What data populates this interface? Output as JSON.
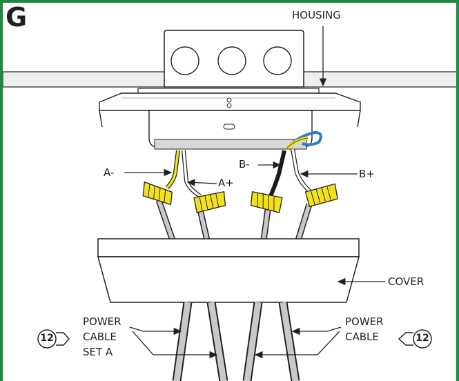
{
  "step": "G",
  "labels": {
    "housing": "HOUSING",
    "a_minus": "A-",
    "a_plus": "A+",
    "b_minus": "B-",
    "b_plus": "B+",
    "cover": "COVER",
    "power_left": [
      "POWER",
      "CABLE",
      "SET A"
    ],
    "power_right": [
      "POWER",
      "CABLE"
    ]
  },
  "badges": {
    "left": "12",
    "right": "12"
  },
  "colors": {
    "frame": "#1f8a3f",
    "yellow_wire": "#f2e21c",
    "wire_connector": "#f2e21c",
    "black_wire": "#1a1a1a",
    "blue_wire": "#2a7fc4",
    "cable_gray": "#c9c9c9",
    "line": "#231f20"
  }
}
